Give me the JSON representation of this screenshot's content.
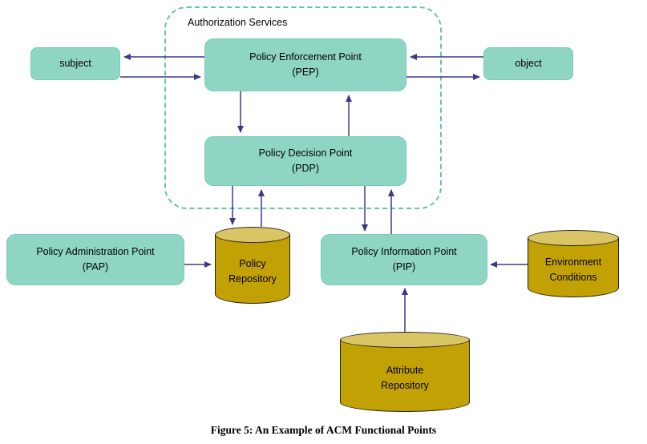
{
  "figure": {
    "caption": "Figure 5: An Example of ACM Functional Points"
  },
  "container": {
    "label": "Authorization Services"
  },
  "nodes": {
    "subject": {
      "label": "subject"
    },
    "object": {
      "label": "object"
    },
    "pep": {
      "line1": "Policy Enforcement Point",
      "line2": "(PEP)"
    },
    "pdp": {
      "line1": "Policy Decision Point",
      "line2": "(PDP)"
    },
    "pap": {
      "line1": "Policy Administration Point",
      "line2": "(PAP)"
    },
    "pip": {
      "line1": "Policy Information Point",
      "line2": "(PIP)"
    }
  },
  "stores": {
    "policy_repository": {
      "line1": "Policy",
      "line2": "Repository"
    },
    "environment_conditions": {
      "line1": "Environment",
      "line2": "Conditions"
    },
    "attribute_repository": {
      "line1": "Attribute",
      "line2": "Repository"
    }
  },
  "edges": [
    {
      "from": "pep",
      "to": "subject"
    },
    {
      "from": "subject",
      "to": "pep"
    },
    {
      "from": "object",
      "to": "pep"
    },
    {
      "from": "pep",
      "to": "object"
    },
    {
      "from": "pep",
      "to": "pdp"
    },
    {
      "from": "pdp",
      "to": "pep"
    },
    {
      "from": "pdp",
      "to": "policy_repository"
    },
    {
      "from": "policy_repository",
      "to": "pdp"
    },
    {
      "from": "pdp",
      "to": "pip"
    },
    {
      "from": "pip",
      "to": "pdp"
    },
    {
      "from": "pap",
      "to": "policy_repository"
    },
    {
      "from": "environment_conditions",
      "to": "pip"
    },
    {
      "from": "attribute_repository",
      "to": "pip"
    }
  ],
  "colors": {
    "node_fill": "#8fd5c4",
    "node_border": "#7cc8b6",
    "dashed_border": "#67c4af",
    "cylinder_body": "#c2a104",
    "cylinder_top": "#d9c566",
    "cylinder_border": "#262014",
    "arrow": "#3a3a8a",
    "text": "#000000"
  }
}
